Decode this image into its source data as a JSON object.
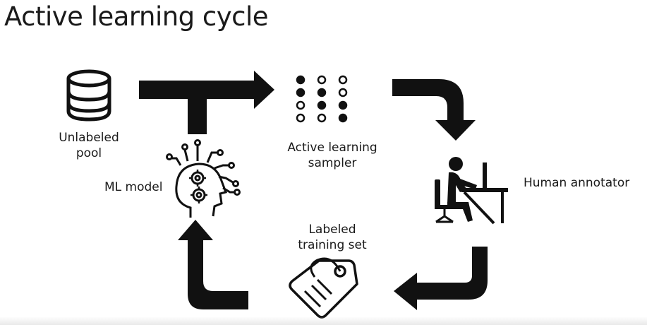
{
  "title": "Active learning cycle",
  "nodes": {
    "unlabeled_pool": {
      "line1": "Unlabeled",
      "line2": "pool",
      "icon": "database-icon"
    },
    "sampler": {
      "line1": "Active learning",
      "line2": "sampler",
      "icon": "dot-grid-icon"
    },
    "annotator": {
      "label": "Human annotator",
      "icon": "person-at-desk-icon"
    },
    "labeled_set": {
      "line1": "Labeled",
      "line2": "training set",
      "icon": "tag-icon"
    },
    "ml_model": {
      "label": "ML model",
      "icon": "ai-head-icon"
    }
  },
  "colors": {
    "arrow": "#111111",
    "text": "#1a1a1a",
    "background": "#ffffff"
  }
}
